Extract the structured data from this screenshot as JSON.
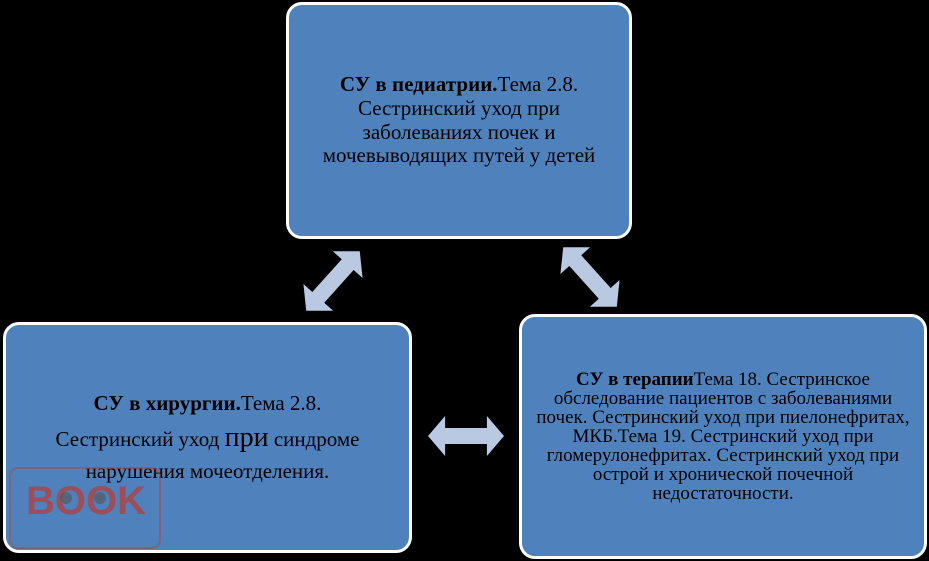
{
  "colors": {
    "background": "#000000",
    "box_fill": "#4f81bd",
    "box_border": "#ffffff",
    "arrow_fill": "#b9c9e2",
    "watermark": "#c0392b"
  },
  "top_box": {
    "title": "СУ в педиатрии.",
    "text": "Тема 2.8. Сестринский уход при заболеваниях почек и мочевыводящих путей у детей"
  },
  "left_box": {
    "title": "СУ в хирургии.",
    "text_topic": "Тема 2.8.",
    "text_a": "Сестринский уход ",
    "text_big": "при",
    "text_b": " синдроме нарушения мочеотделения."
  },
  "right_box": {
    "title": "СУ в терапии",
    "text": "Тема 18. Сестринское обследование пациентов с заболеваниями почек. Сестринский уход при пиелонефритах, МКБ.Тема 19. Сестринский уход при гломерулонефритах.  Сестринский уход при острой и хронической почечной недостаточности."
  },
  "watermark": {
    "text": "BOOK"
  },
  "icons": [
    "double-arrow-icon",
    "double-arrow-icon",
    "double-arrow-icon"
  ]
}
